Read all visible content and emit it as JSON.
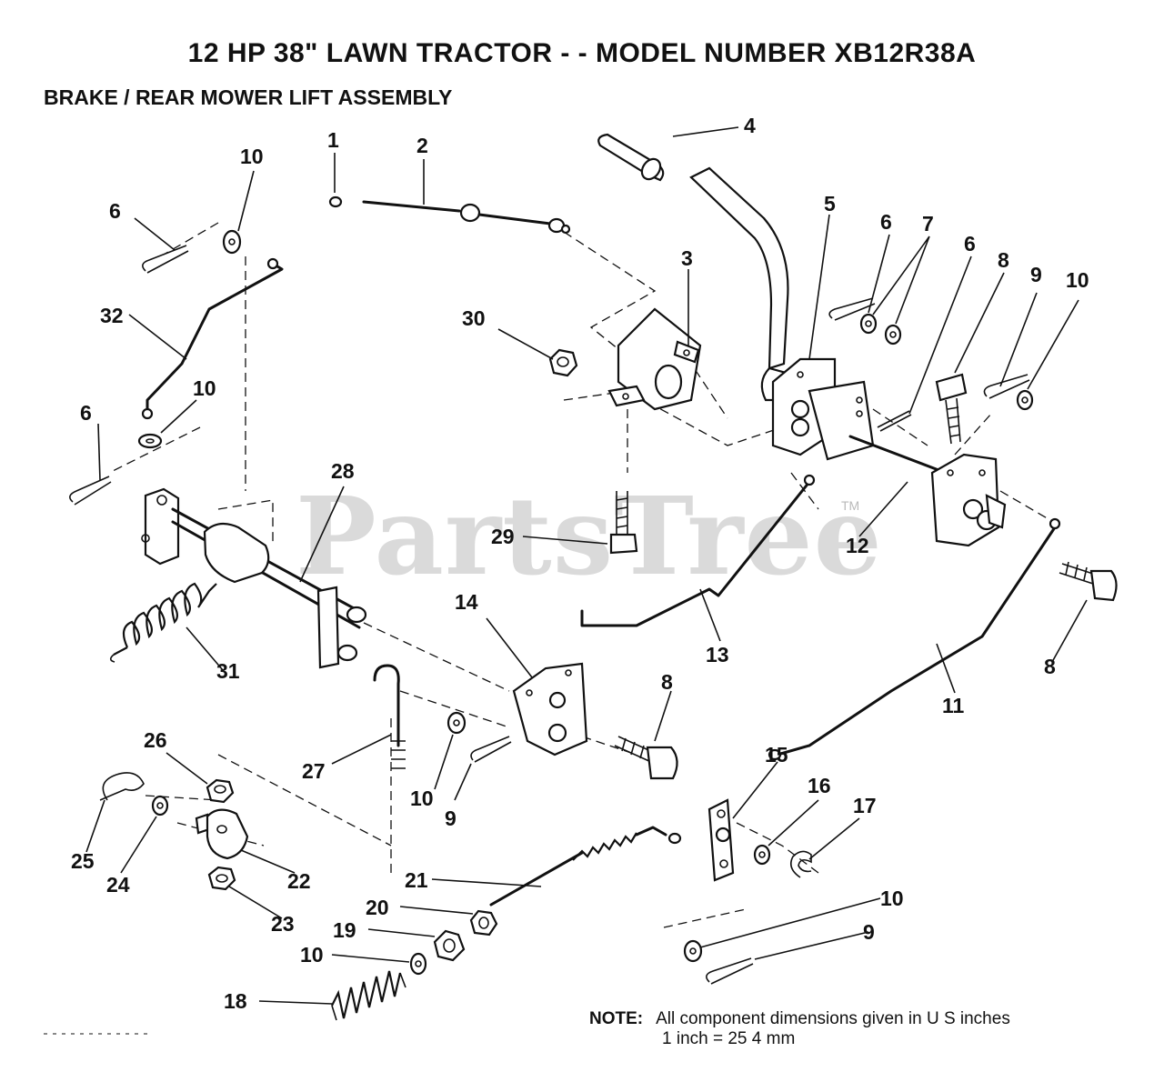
{
  "header": {
    "title": "12 HP 38\" LAWN TRACTOR - - MODEL NUMBER XB12R38A",
    "subtitle": "BRAKE / REAR MOWER LIFT ASSEMBLY"
  },
  "watermark": {
    "brand": "PartsTree",
    "tm": "TM"
  },
  "callouts": [
    "1",
    "2",
    "3",
    "4",
    "5",
    "6",
    "6",
    "6",
    "6",
    "7",
    "8",
    "8",
    "8",
    "9",
    "9",
    "9",
    "10",
    "10",
    "10",
    "10",
    "10",
    "10",
    "11",
    "12",
    "13",
    "14",
    "15",
    "16",
    "17",
    "18",
    "19",
    "20",
    "21",
    "22",
    "23",
    "24",
    "25",
    "26",
    "27",
    "28",
    "29",
    "30",
    "31",
    "32"
  ],
  "note": {
    "label": "NOTE:",
    "line1": "All component dimensions given in U S  inches",
    "line2": "1 inch = 25 4 mm"
  }
}
